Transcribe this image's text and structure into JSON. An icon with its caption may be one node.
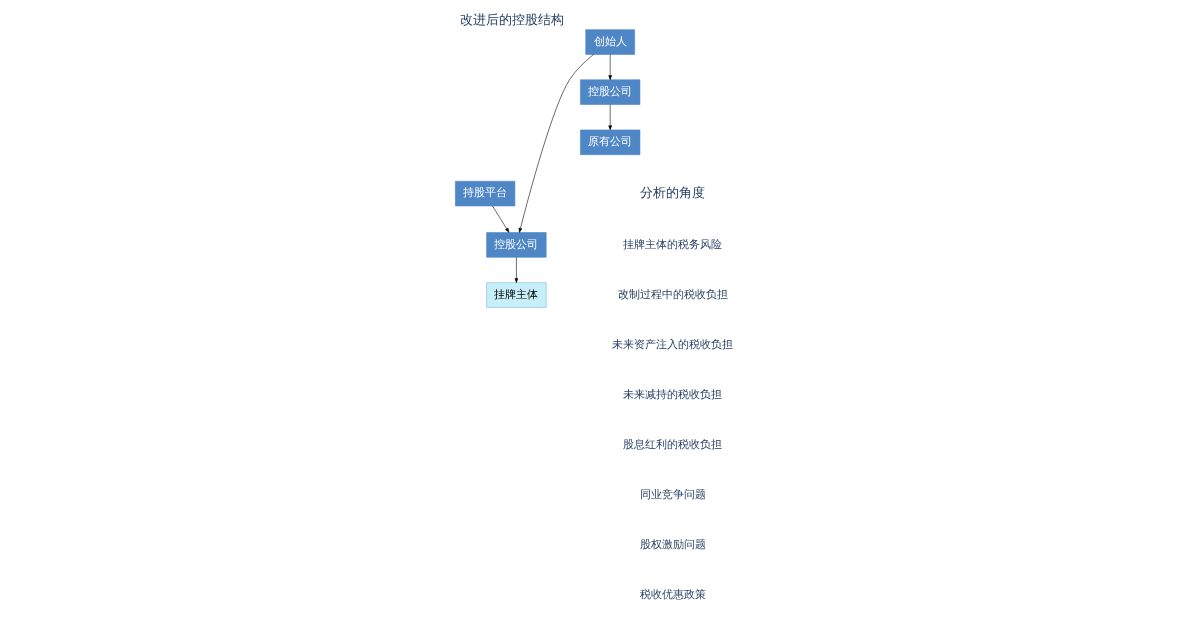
{
  "diagram": {
    "title": "改进后的控股结构",
    "nodes": [
      {
        "text": [
          "持股平台"
        ]
      },
      {
        "text": [
          "创始人"
        ]
      },
      {
        "text": [
          "控股公司"
        ]
      },
      {
        "text": [
          "控股公司"
        ]
      },
      {
        "text": [
          "挂牌主体"
        ]
      },
      {
        "text": [
          "原有公司"
        ]
      }
    ],
    "edges": [
      {
        "from": 0,
        "to": 2,
        "arrow": "to"
      },
      {
        "from": 1,
        "to": 2,
        "arrow": "to"
      },
      {
        "from": 1,
        "to": 3,
        "arrow": "to"
      },
      {
        "from": 2,
        "to": 4,
        "arrow": "to"
      },
      {
        "from": 3,
        "to": 5,
        "arrow": "to"
      }
    ],
    "labels": [
      "分析的角度",
      "挂牌主体的税务风险",
      "改制过程中的税收负担",
      "未来资产注入的税收负担",
      "未来减持的税收负担",
      "股息红利的税收负担",
      "同业竞争问题",
      "股权激励问题",
      "税收优惠政策"
    ]
  }
}
